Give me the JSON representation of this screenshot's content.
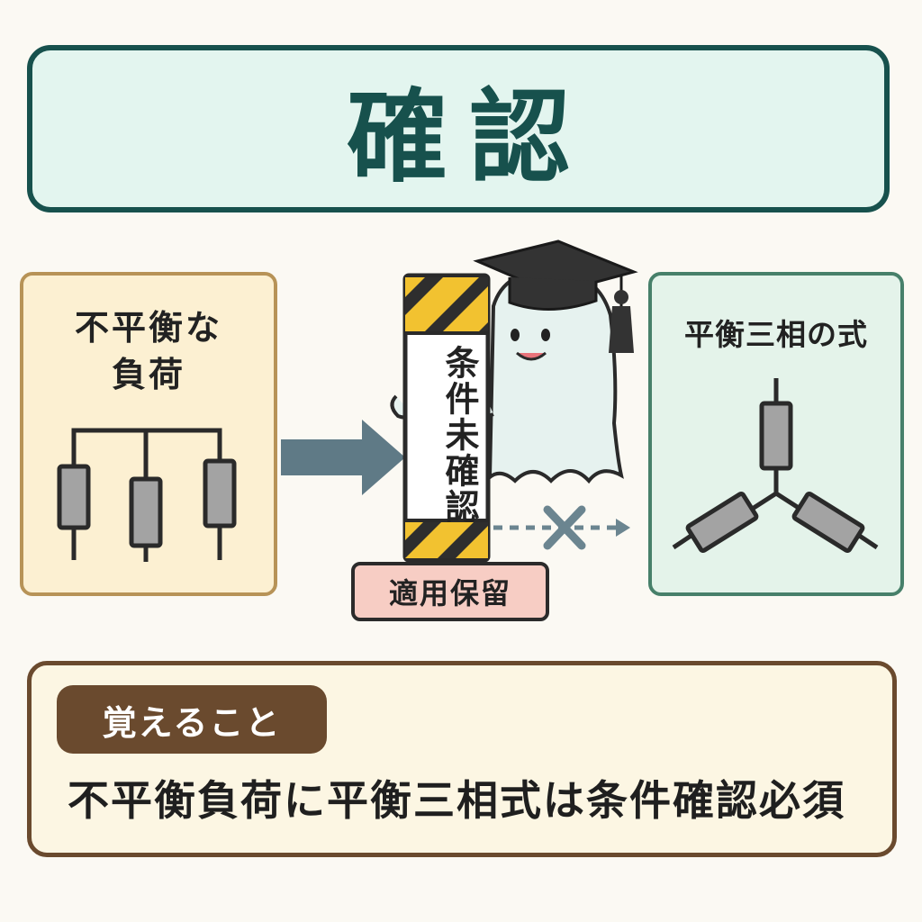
{
  "title": "確認",
  "left_panel": {
    "label": "不平衡な\n負荷"
  },
  "right_panel": {
    "label": "平衡三相の式"
  },
  "sign": {
    "text": "条件未確認"
  },
  "badge": {
    "text": "適用保留"
  },
  "memo": {
    "tag": "覚えること",
    "text": "不平衡負荷に平衡三相式は条件確認必須"
  },
  "colors": {
    "title_border": "#17514d",
    "title_bg": "#e3f5ef",
    "left_bg": "#fcf0d2",
    "right_bg": "#e4f3ea",
    "arrow": "#5f7a86",
    "memo_tag": "#6a4a2e",
    "badge_bg": "#f7cdc4",
    "stripe_yellow": "#f2c230"
  },
  "icons": [
    "resistor-icon",
    "arrow-right-icon",
    "cross-icon",
    "ghost-mascot-icon",
    "graduation-cap-icon",
    "warning-sign-icon"
  ]
}
